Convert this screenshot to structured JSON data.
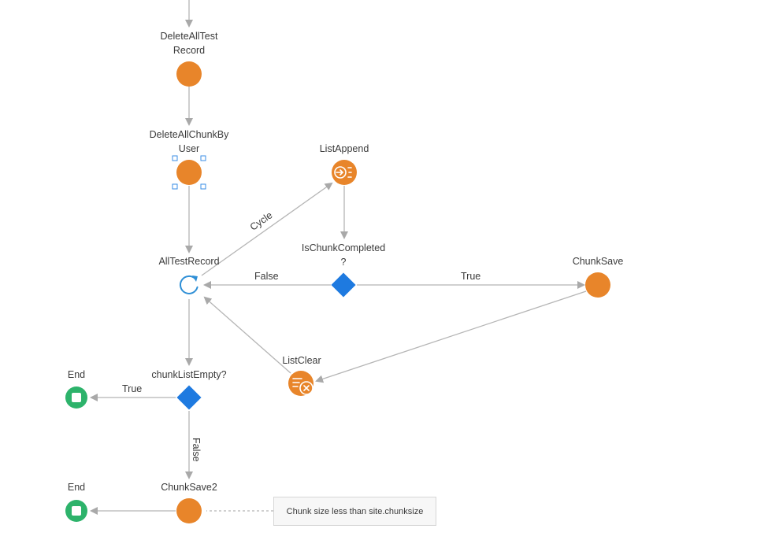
{
  "nodes": {
    "delete_all_test_record": {
      "label_line1": "DeleteAllTest",
      "label_line2": "Record",
      "kind": "server-action"
    },
    "delete_all_chunk_by_user": {
      "label_line1": "DeleteAllChunkBy",
      "label_line2": "User",
      "kind": "server-action",
      "selected": true
    },
    "list_append": {
      "label": "ListAppend",
      "kind": "list-append"
    },
    "is_chunk_completed": {
      "label_line1": "IsChunkCompleted",
      "label_line2": "?",
      "kind": "if"
    },
    "all_test_record": {
      "label": "AllTestRecord",
      "kind": "for-each"
    },
    "chunk_save": {
      "label": "ChunkSave",
      "kind": "server-action"
    },
    "list_clear": {
      "label": "ListClear",
      "kind": "list-clear"
    },
    "chunk_list_empty": {
      "label": "chunkListEmpty?",
      "kind": "if"
    },
    "end_1": {
      "label": "End",
      "kind": "end"
    },
    "end_2": {
      "label": "End",
      "kind": "end"
    },
    "chunk_save_2": {
      "label": "ChunkSave2",
      "kind": "server-action"
    }
  },
  "edges": {
    "cycle": "Cycle",
    "false_is_chunk": "False",
    "true_is_chunk": "True",
    "true_chunk_empty": "True",
    "false_chunk_empty": "False"
  },
  "note": {
    "text": "Chunk size less than site.chunksize"
  },
  "colors": {
    "action": "#e8852a",
    "decision": "#1e7ae0",
    "end": "#2db36b",
    "foreach": "#2f8fd6",
    "connector": "#a9a9a9",
    "selection": "#3a8ee6"
  }
}
